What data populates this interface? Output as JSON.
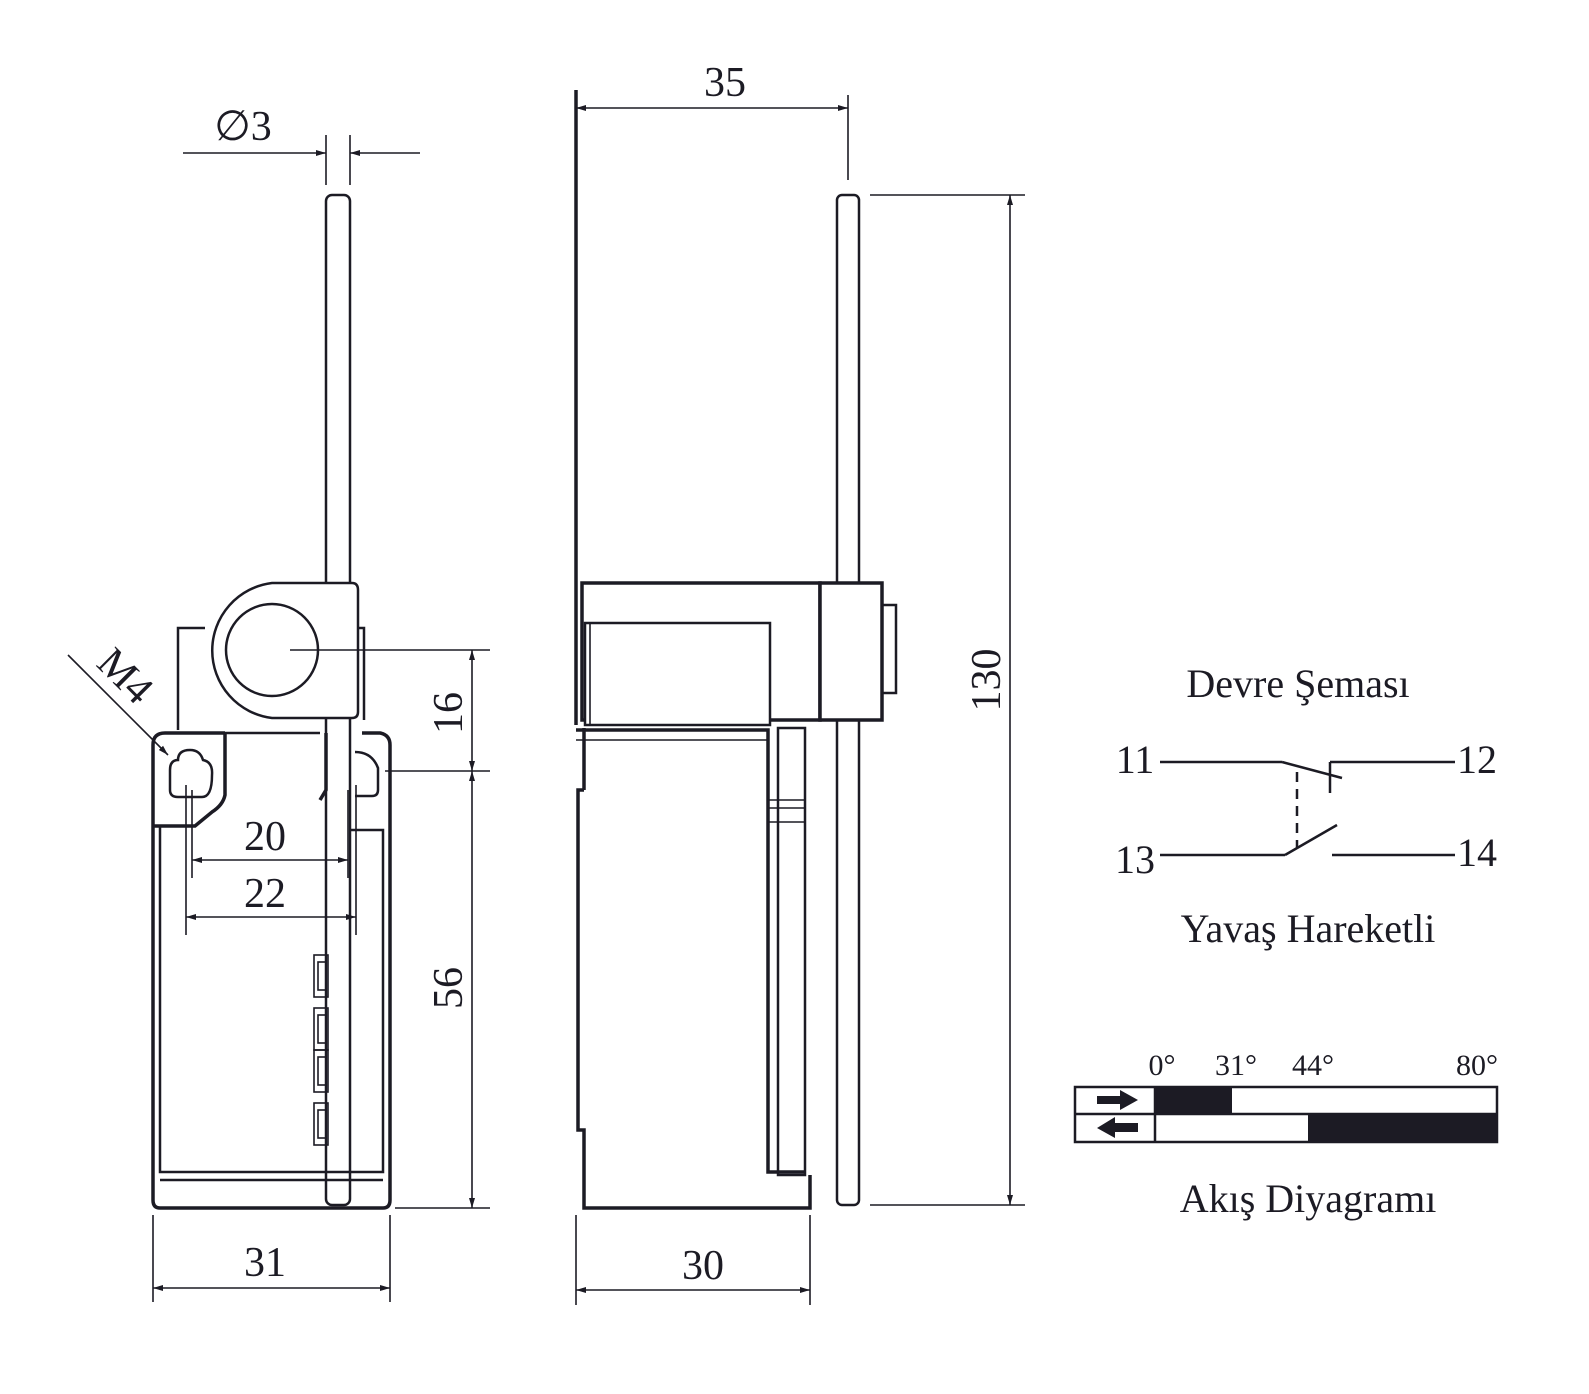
{
  "drawing": {
    "front_view": {
      "dim_rod_diameter": "∅3",
      "dim_thread": "M4",
      "dim_hole_spacing_inner": "20",
      "dim_hole_spacing_outer": "22",
      "dim_width": "31",
      "dim_lever_offset": "16",
      "dim_body_height": "56"
    },
    "side_view": {
      "dim_lever_width": "35",
      "dim_body_depth": "30",
      "dim_total_height": "130"
    },
    "circuit": {
      "title": "Devre Şeması",
      "terminals": [
        "11",
        "12",
        "13",
        "14"
      ],
      "subtitle": "Yavaş Hareketli"
    },
    "travel_diagram": {
      "title": "Akış Diyagramı",
      "angles": [
        "0°",
        "31°",
        "44°",
        "80°"
      ],
      "rows": [
        {
          "direction": "forward",
          "icon": "arrow-right-icon",
          "closed_from": 0,
          "closed_to": 31
        },
        {
          "direction": "return",
          "icon": "arrow-left-icon",
          "closed_from": 44,
          "closed_to": 80
        }
      ],
      "color": "#1c1b24"
    }
  }
}
